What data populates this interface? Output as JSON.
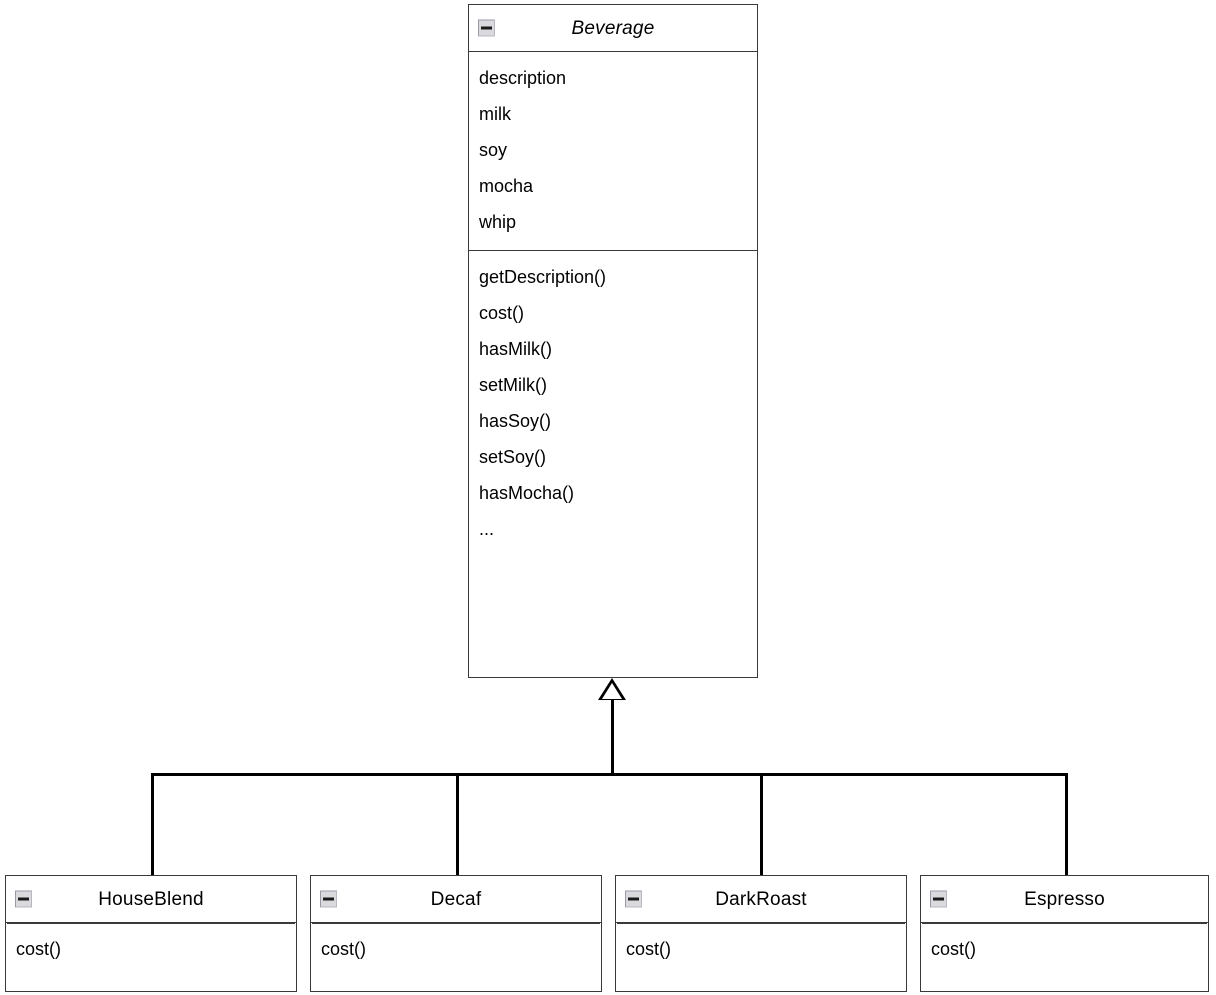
{
  "diagram": {
    "type": "uml-class-diagram",
    "notation": "UML",
    "relationship": "generalization",
    "icons": {
      "collapse": "minus-collapse-icon",
      "inheritance": "hollow-triangle-arrow"
    }
  },
  "superclass": {
    "name": "Beverage",
    "is_abstract": true,
    "attributes": [
      "description",
      "milk",
      "soy",
      "mocha",
      "whip"
    ],
    "operations": [
      "getDescription()",
      "cost()",
      "hasMilk()",
      "setMilk()",
      "hasSoy()",
      "setSoy()",
      "hasMocha()",
      "..."
    ]
  },
  "subclasses": [
    {
      "name": "HouseBlend",
      "is_abstract": false,
      "operations": [
        "cost()"
      ]
    },
    {
      "name": "Decaf",
      "is_abstract": false,
      "operations": [
        "cost()"
      ]
    },
    {
      "name": "DarkRoast",
      "is_abstract": false,
      "operations": [
        "cost()"
      ]
    },
    {
      "name": "Espresso",
      "is_abstract": false,
      "operations": [
        "cost()"
      ]
    }
  ],
  "colors": {
    "line": "#000000",
    "box_border": "#3a3a3a",
    "background": "#ffffff",
    "icon_fill": "#d9d9de",
    "icon_border": "#9a9aa6"
  }
}
